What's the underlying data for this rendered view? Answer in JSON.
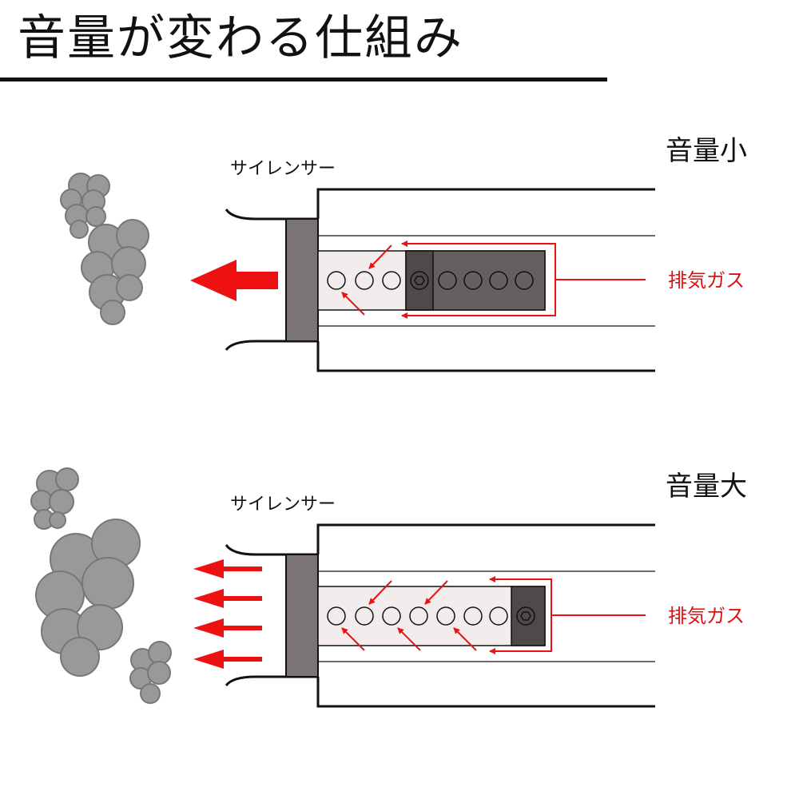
{
  "title": "音量が変わる仕組み",
  "panels": [
    {
      "id": "small",
      "volume_label": "音量小",
      "silencer_label": "サイレンサー",
      "gas_label": "排気ガス",
      "open_holes": 3,
      "closed_holes": 4,
      "bolt_position": "middle"
    },
    {
      "id": "large",
      "volume_label": "音量大",
      "silencer_label": "サイレンサー",
      "gas_label": "排気ガス",
      "open_holes": 7,
      "closed_holes": 0,
      "bolt_position": "end"
    }
  ],
  "colors": {
    "arrow_red": "#ee1111",
    "gas_text": "#dd1111",
    "smoke": "#999999",
    "smoke_dark": "#777777",
    "inner_pipe": "#f3ecec",
    "endcap": "#7a7474",
    "baffle": "#646060",
    "outline": "#111111"
  }
}
